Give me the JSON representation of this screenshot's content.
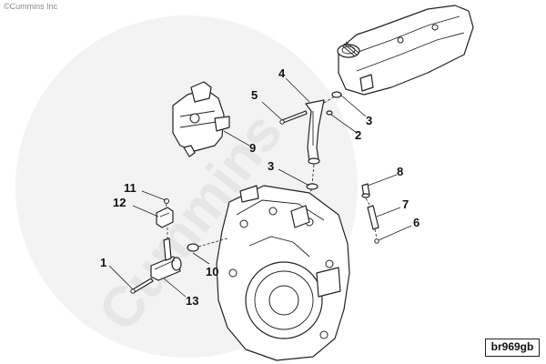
{
  "watermark": {
    "copyright": "©Cummins Inc",
    "brand": "Cummins",
    "color": "#ececec"
  },
  "callouts": {
    "c1": "1",
    "c2": "2",
    "c3a": "3",
    "c3b": "3",
    "c4": "4",
    "c5": "5",
    "c6": "6",
    "c7": "7",
    "c8": "8",
    "c9": "9",
    "c10": "10",
    "c11": "11",
    "c12": "12",
    "c13": "13"
  },
  "figure_id": "br969gb",
  "colors": {
    "line": "#222222",
    "background": "#ffffff"
  }
}
